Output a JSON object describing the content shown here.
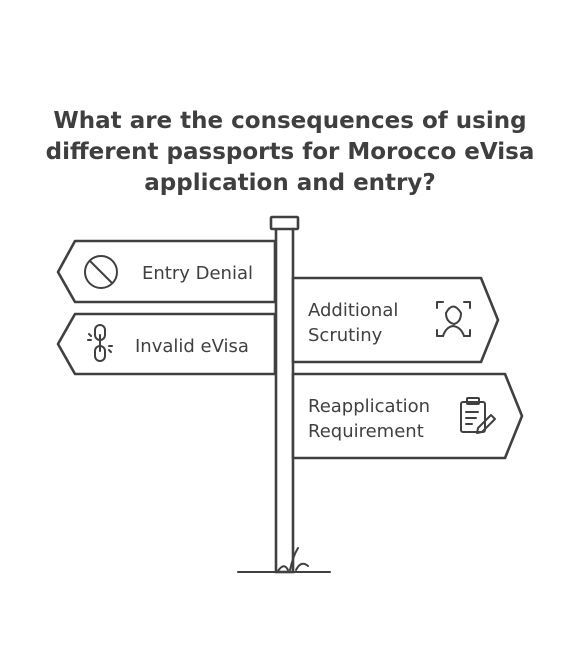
{
  "title": {
    "line1": "What are the consequences of using",
    "line2": "different passports for Morocco eVisa",
    "line3": "application and entry?"
  },
  "signs": {
    "entry_denial": {
      "label": "Entry Denial",
      "icon": "prohibited-icon"
    },
    "invalid_evisa": {
      "label": "Invalid eVisa",
      "icon": "broken-link-icon"
    },
    "additional_scrutiny": {
      "line1": "Additional",
      "line2": "Scrutiny",
      "icon": "face-scan-icon"
    },
    "reapplication_requirement": {
      "line1": "Reapplication",
      "line2": "Requirement",
      "icon": "clipboard-edit-icon"
    }
  },
  "colors": {
    "stroke": "#404040",
    "background": "#ffffff"
  }
}
